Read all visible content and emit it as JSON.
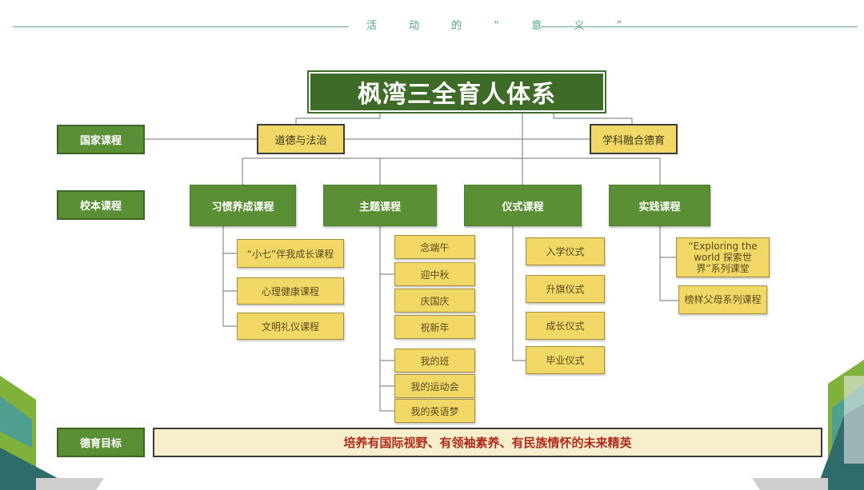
{
  "header": {
    "title": "活 动 的 “ 意 义 ”"
  },
  "diagram": {
    "title": "枫湾三全育人体系",
    "row_labels": {
      "national": "国家课程",
      "school": "校本课程",
      "goal_label": "德育目标"
    },
    "national_courses": [
      "道德与法治",
      "学科融合德育"
    ],
    "school_courses": [
      {
        "name": "习惯养成课程",
        "items": [
          "“小七”伴我成长课程",
          "心理健康课程",
          "文明礼仪课程"
        ]
      },
      {
        "name": "主题课程",
        "items": [
          "念端午",
          "迎中秋",
          "庆国庆",
          "祝新年",
          "我的班",
          "我的运动会",
          "我的英语梦"
        ]
      },
      {
        "name": "仪式课程",
        "items": [
          "入学仪式",
          "升旗仪式",
          "成长仪式",
          "毕业仪式"
        ]
      },
      {
        "name": "实践课程",
        "items": [
          "“Exploring the world 探索世界”系列课堂",
          "榜样父母系列课程"
        ]
      }
    ],
    "goal": "培养有国际视野、有领袖素养、有民族情怀的未来精英"
  },
  "colors": {
    "dark_green": "#3f6b28",
    "green": "#5a8f35",
    "yellow": "#f1d766",
    "goal_bg": "#f7eecb",
    "goal_text": "#b12a1e",
    "accent_teal": "#4e9f8f"
  }
}
